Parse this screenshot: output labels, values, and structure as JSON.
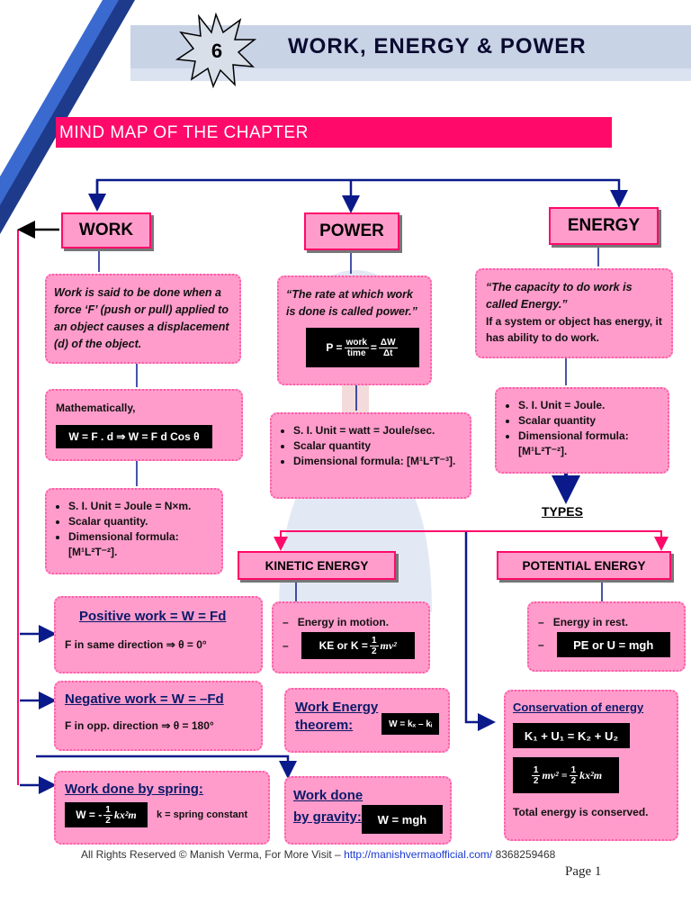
{
  "header": {
    "chapter_number": "6",
    "title": "WORK, ENERGY & POWER"
  },
  "section": {
    "title": "MIND MAP OF THE CHAPTER"
  },
  "work": {
    "label": "WORK",
    "definition": "Work is said to be done when a force ‘F’ (push or pull) applied to an object causes a displacement (d) of the object.",
    "math_label": "Mathematically,",
    "math_formula": "W = F . d ⇒ W = F d Cos θ",
    "props": [
      "S. I. Unit = Joule = N×m.",
      "Scalar quantity.",
      "Dimensional formula: [M¹L²T⁻²]."
    ],
    "positive_title": "Positive work = W = Fd",
    "positive_note": "F in same direction ⇒ θ = 0°",
    "negative_title": "Negative work = W = –Fd",
    "negative_note": "F in opp. direction ⇒ θ = 180°",
    "spring_title": "Work done by spring:",
    "spring_formula_prefix": "W = -",
    "spring_formula_suffix": "kx²m",
    "spring_note": "k = spring constant"
  },
  "power": {
    "label": "POWER",
    "definition": "“The rate at which work is done is called power.”",
    "formula_p": "P =",
    "formula_num1": "work",
    "formula_den1": "time",
    "formula_eq": "=",
    "formula_num2": "ΔW",
    "formula_den2": "Δt",
    "props": [
      "S. I. Unit = watt = Joule/sec.",
      "Scalar quantity",
      "Dimensional formula: [M¹L²T⁻³]."
    ]
  },
  "energy": {
    "label": "ENERGY",
    "definition": "“The capacity to do work is called Energy.”",
    "definition2": "If a system or object has energy, it has ability to do work.",
    "props": [
      "S. I. Unit = Joule.",
      "Scalar quantity",
      "Dimensional formula: [M¹L²T⁻²]."
    ],
    "types_label": "TYPES"
  },
  "kinetic": {
    "label": "KINETIC ENERGY",
    "point1": "Energy in motion.",
    "formula_prefix": "KE or K =",
    "formula_suffix": "mv²"
  },
  "potential": {
    "label": "POTENTIAL ENERGY",
    "point1": "Energy in rest.",
    "formula": "PE or U = mgh"
  },
  "theorem": {
    "title": "Work Energy theorem:",
    "formula": "W = kₓ – kᵢ"
  },
  "gravity": {
    "title": "Work done by gravity:",
    "formula": "W = mgh"
  },
  "conservation": {
    "title": "Conservation of energy",
    "formula1": "K₁ + U₁ = K₂ + U₂",
    "formula2_suffix1": "mv² =",
    "formula2_suffix2": "kx²m",
    "note": "Total energy is conserved."
  },
  "common": {
    "half_num": "1",
    "half_den": "2",
    "dash": "–"
  },
  "footer": {
    "text_prefix": "All Rights Reserved © Manish Verma, For More Visit – ",
    "link": "http://manishvermaofficial.com/",
    "phone": " 8368259468",
    "page": "Page 1"
  },
  "colors": {
    "accent": "#ff0a6a",
    "card": "#ff9ccb",
    "arrow": "#0a1a8a",
    "header_bar": "#c8d3e6"
  }
}
